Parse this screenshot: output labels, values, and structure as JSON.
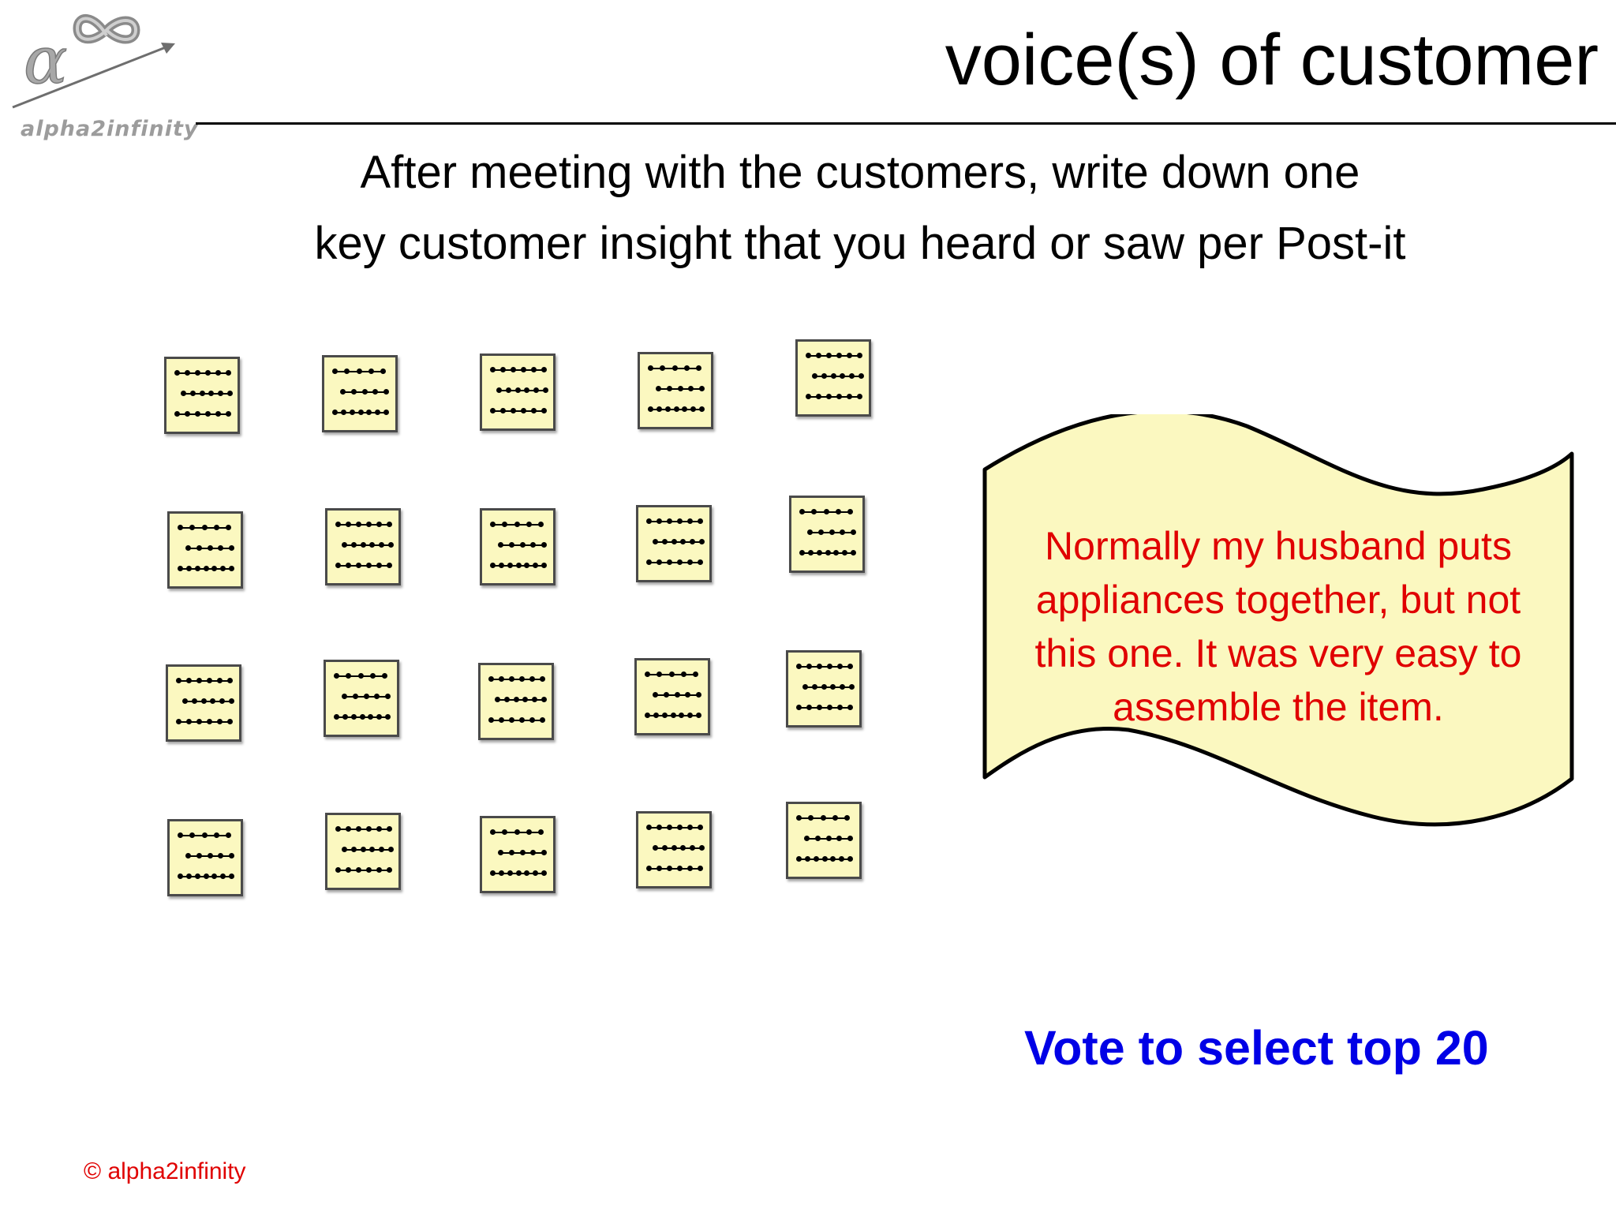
{
  "header": {
    "title": "voice(s) of customer",
    "logo_text": "alpha2infinity"
  },
  "instruction": {
    "line1": "After meeting with the customers, write down one",
    "line2": "key customer insight that you heard or saw per Post-it"
  },
  "postits": {
    "rows": 4,
    "columns": 5,
    "count": 20
  },
  "quote": {
    "lines": [
      "Normally my husband puts",
      "appliances together, but not",
      "this one.  It was very easy to",
      "assemble the item."
    ]
  },
  "vote_text": "Vote to select top 20",
  "footer": {
    "copyright": "© alpha2infinity"
  },
  "colors": {
    "postit_fill": "#fbf8c0",
    "banner_fill": "#fbf8c0",
    "quote_text": "#e00000",
    "vote_text": "#0000e6",
    "copyright_text": "#e00000"
  }
}
